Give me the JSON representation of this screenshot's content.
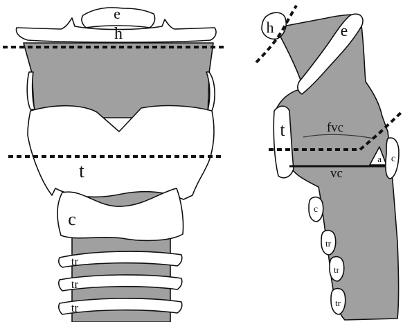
{
  "colors": {
    "tissue": "#a0a0a0",
    "cartilage": "#ffffff",
    "outline": "#111111",
    "dash": "#111111"
  },
  "front_view": {
    "labels": {
      "epiglottis": "e",
      "hyoid": "h",
      "thyroid": "t",
      "cricoid": "c",
      "trachea_1": "tr",
      "trachea_2": "tr",
      "trachea_3": "tr"
    }
  },
  "side_view": {
    "labels": {
      "hyoid": "h",
      "epiglottis": "e",
      "false_vocal_cords": "fvc",
      "thyroid": "t",
      "arytenoid": "a",
      "cricoid_back": "c",
      "vocal_cords": "vc",
      "cricoid_front": "c",
      "trachea_1": "tr",
      "trachea_2": "tr",
      "trachea_3": "tr"
    }
  }
}
